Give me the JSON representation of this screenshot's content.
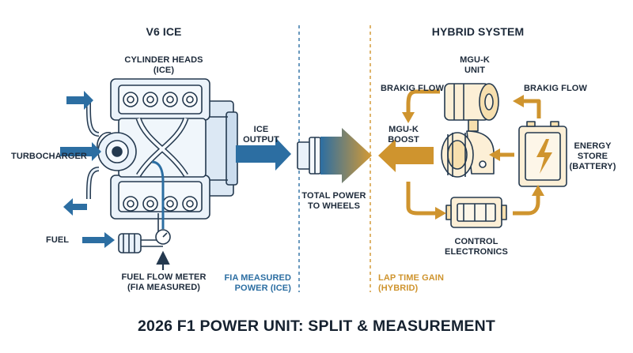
{
  "title": "2026 F1 POWER UNIT: SPLIT & MEASUREMENT",
  "left_section": {
    "header": "V6 ICE",
    "cylinder_heads": [
      "CYLINDER HEADS",
      "(ICE)"
    ],
    "turbocharger": "TURBOCHARGER",
    "fuel": "FUEL",
    "fuel_flow_meter": [
      "FUEL FLOW METER",
      "(FIA MEASURED)"
    ],
    "ice_output": [
      "ICE",
      "OUTPUT"
    ]
  },
  "center_section": {
    "total_power": [
      "TOTAL POWER",
      "TO WHEELS"
    ],
    "fia_measured": [
      "FIA MEASURED",
      "POWER (ICE)"
    ]
  },
  "right_section": {
    "header": "HYBRID SYSTEM",
    "mguk_unit": [
      "MGU-K",
      "UNIT"
    ],
    "braking_flow_left": "BRAKIG FLOW",
    "braking_flow_right": "BRAKIG FLOW",
    "mguk_boost": [
      "MGU-K",
      "BOOST"
    ],
    "energy_store": [
      "ENERGY",
      "STORE",
      "(BATTERY)"
    ],
    "control_electronics": [
      "CONTROL",
      "ELECTRONICS"
    ],
    "lap_time_gain": [
      "LAP TIME GAIN",
      "(HYBRID)"
    ]
  },
  "colors": {
    "ice_blue": "#2c6ea2",
    "hybrid_gold": "#cf942e",
    "outline_navy": "#24394f",
    "ice_fill": "#eaf2fa",
    "hybrid_fill": "#fcefd6"
  }
}
